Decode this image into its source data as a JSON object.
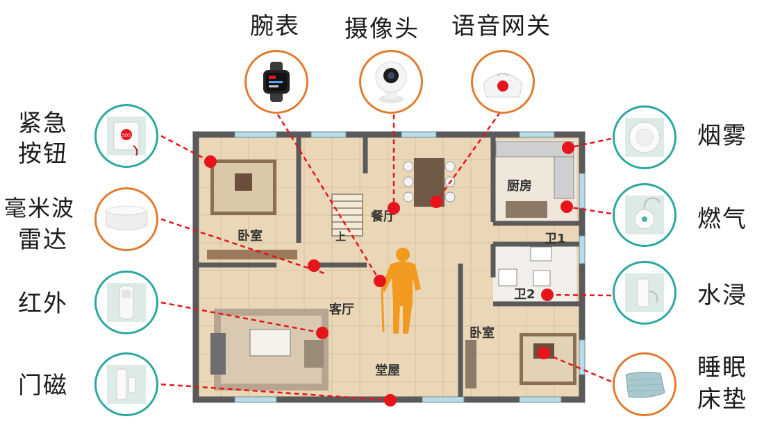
{
  "devices": {
    "watch": "腕表",
    "camera": "摄像头",
    "gateway": "语音网关",
    "emergency_line1": "紧急",
    "emergency_line2": "按钮",
    "radar_line1": "毫米波",
    "radar_line2": "雷达",
    "infrared": "红外",
    "door": "门磁",
    "smoke": "烟雾",
    "gas": "燃气",
    "water": "水浸",
    "mattress_line1": "睡眠",
    "mattress_line2": "床垫"
  },
  "rooms": {
    "bedroom_top": "卧室",
    "dining": "餐厅",
    "kitchen": "厨房",
    "bath1": "卫1",
    "bath2": "卫2",
    "living": "客厅",
    "hall": "堂屋",
    "bedroom_right": "卧室",
    "stairs": "上",
    "emergency_button_text": "SOS"
  },
  "colors": {
    "orange_ring": "#e27a2e",
    "teal_ring": "#2aa7a0",
    "marker": "#e8141b",
    "figure": "#f29a1f"
  }
}
